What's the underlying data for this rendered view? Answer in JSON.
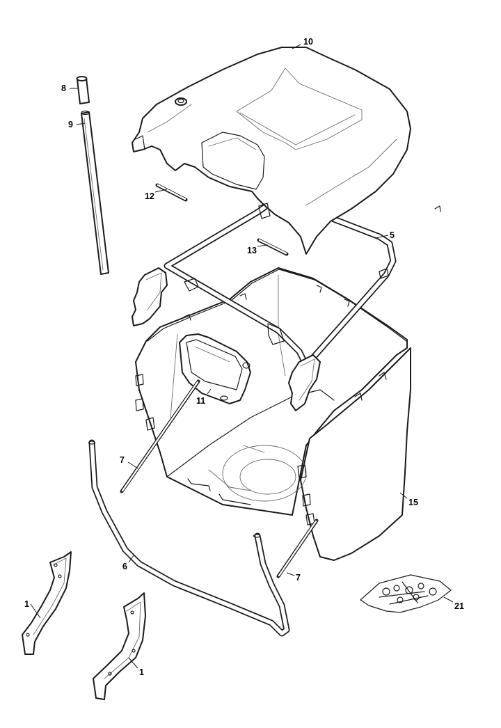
{
  "diagram": {
    "style": "exploded parts view, line art",
    "line_color": "#1a1a1a",
    "background": "#ffffff",
    "callouts": [
      {
        "id": "c10",
        "label": "10",
        "part": "grass bag lid"
      },
      {
        "id": "c8",
        "label": "8",
        "part": "handle grip cap"
      },
      {
        "id": "c9",
        "label": "9",
        "part": "handle tube"
      },
      {
        "id": "c12",
        "label": "12",
        "part": "pin"
      },
      {
        "id": "c5",
        "label": "5",
        "part": "upper frame"
      },
      {
        "id": "c13",
        "label": "13",
        "part": "pin"
      },
      {
        "id": "c11",
        "label": "11",
        "part": "level indicator flap"
      },
      {
        "id": "c7a",
        "label": "7",
        "part": "support rod"
      },
      {
        "id": "c15",
        "label": "15",
        "part": "grass bag"
      },
      {
        "id": "c6",
        "label": "6",
        "part": "lower frame"
      },
      {
        "id": "c7b",
        "label": "7",
        "part": "support rod"
      },
      {
        "id": "c21",
        "label": "21",
        "part": "hardware kit"
      },
      {
        "id": "c1a",
        "label": "1",
        "part": "bracket"
      },
      {
        "id": "c1b",
        "label": "1",
        "part": "bracket"
      }
    ]
  }
}
